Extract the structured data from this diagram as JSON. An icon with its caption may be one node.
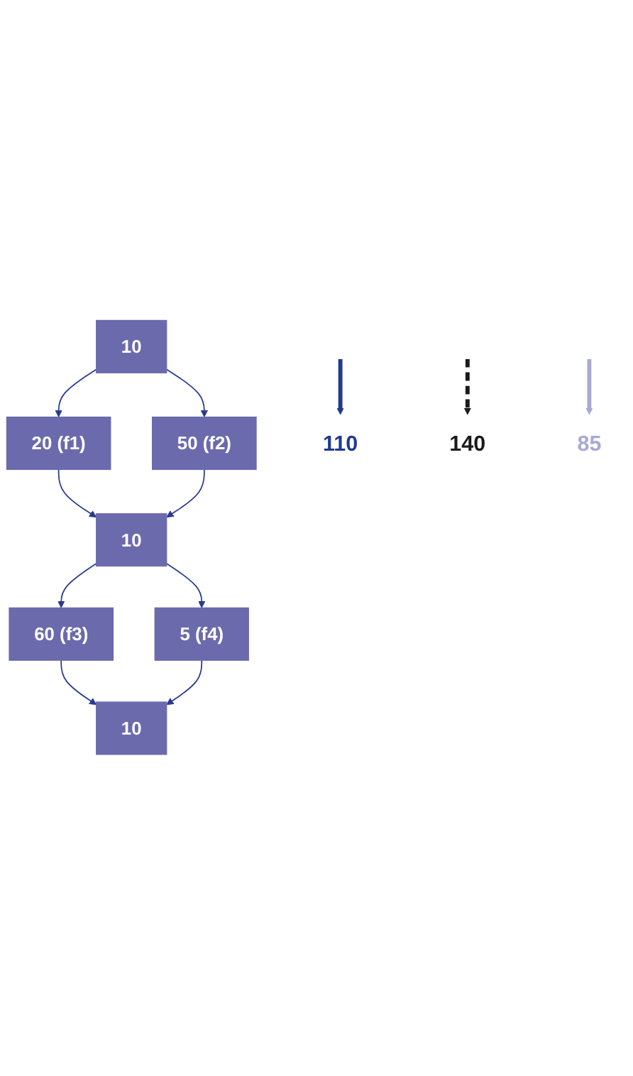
{
  "diagram": {
    "nodes": [
      {
        "text": [
          "10"
        ]
      },
      {
        "text": [
          "20 (f1)"
        ]
      },
      {
        "text": [
          "50 (f2)"
        ]
      },
      {
        "text": [
          "10"
        ]
      },
      {
        "text": [
          "60 (f3)"
        ]
      },
      {
        "text": [
          "5 (f4)"
        ]
      },
      {
        "text": [
          "10"
        ]
      },
      {
        "text": [
          "110"
        ]
      },
      {
        "text": [
          "140"
        ]
      },
      {
        "text": [
          "85"
        ]
      }
    ],
    "edges": [
      {
        "from": 0,
        "to": 1,
        "arrow": "to"
      },
      {
        "from": 0,
        "to": 2,
        "arrow": "to"
      },
      {
        "from": 1,
        "to": 3,
        "arrow": "to"
      },
      {
        "from": 2,
        "to": 3,
        "arrow": "to"
      },
      {
        "from": 3,
        "to": 4,
        "arrow": "to"
      },
      {
        "from": 3,
        "to": 5,
        "arrow": "to"
      },
      {
        "from": 4,
        "to": 6,
        "arrow": "to"
      },
      {
        "from": 5,
        "to": 6,
        "arrow": "to"
      },
      {
        "from": null,
        "to": 7,
        "arrow": "to",
        "style": "thick",
        "color": "#1f3a8f"
      },
      {
        "from": null,
        "to": 8,
        "arrow": "to",
        "style": "dashed",
        "color": "#1a1a1a"
      },
      {
        "from": null,
        "to": 9,
        "arrow": "to",
        "style": "thick",
        "color": "#a9aad2"
      }
    ]
  }
}
